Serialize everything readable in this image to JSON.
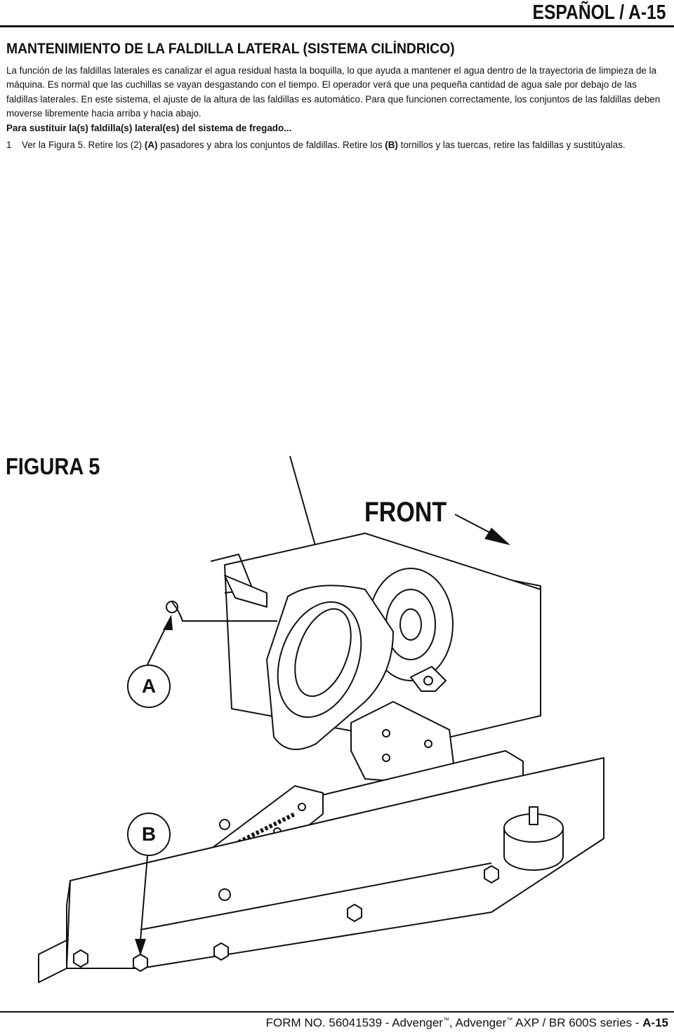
{
  "header": {
    "title": "ESPAÑOL / A-15"
  },
  "section": {
    "title": "MANTENIMIENTO DE LA FALDILLA LATERAL (SISTEMA CILÍNDRICO)",
    "paragraph": "La función de las faldillas laterales es canalizar el agua residual hasta la boquilla, lo que ayuda a mantener el agua dentro de la trayectoria de limpieza de la máquina.  Es normal que las cuchillas se vayan desgastando con el tiempo.  El operador verá que una pequeña cantidad de agua sale por debajo de las faldillas laterales.  En este sistema, el ajuste de la altura de las faldillas es automático.  Para que funcionen correctamente, los conjuntos de las faldillas deben moverse libremente hacia arriba y hacia abajo.",
    "subtitle": "Para sustituir la(s) faldilla(s) lateral(es) del sistema de fregado...",
    "step": {
      "number": "1",
      "text_a": "Ver la Figura 5.  Retire los (2) ",
      "label_a": "(A)",
      "text_b": " pasadores y abra los conjuntos de faldillas.  Retire los ",
      "label_b": "(B)",
      "text_c": " tornillos y las tuercas, retire las faldillas y sustitúyalas."
    }
  },
  "figure": {
    "title": "FIGURA 5",
    "front_label": "FRONT",
    "callout_a": "A",
    "callout_b": "B"
  },
  "footer": {
    "text_a": "FORM NO. 56041539 - Advenger",
    "tm1": "™",
    "text_b": ", Advenger",
    "tm2": "™",
    "text_c": " AXP / BR 600S series - ",
    "page": "A-15"
  }
}
